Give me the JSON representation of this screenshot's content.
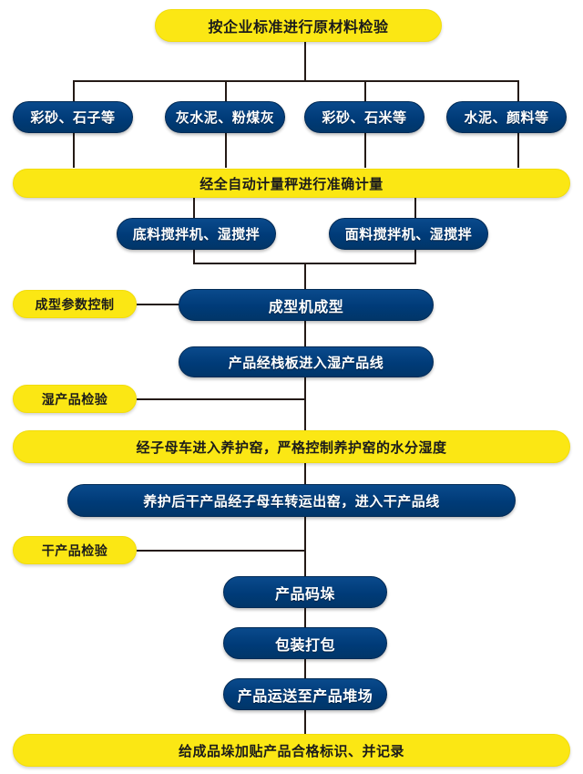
{
  "diagram": {
    "title": "按企业标准进行原材料检验",
    "colors": {
      "yellow": "#fbe714",
      "navy": "#004080",
      "line": "#241a16",
      "text_on_navy": "#ffffff",
      "text_on_yellow": "#1b1b1b",
      "background": "#ffffff"
    },
    "nodes": {
      "raw_material_inspection": "按企业标准进行原材料检验",
      "material_1": "彩砂、石子等",
      "material_2": "灰水泥、粉煤灰",
      "material_3": "彩砂、石米等",
      "material_4": "水泥、颜料等",
      "weighing": "经全自动计量秤进行准确计量",
      "mixer_base": "底料搅拌机、湿搅拌",
      "mixer_face": "面料搅拌机、湿搅拌",
      "forming_params": "成型参数控制",
      "forming_machine": "成型机成型",
      "wet_product_line": "产品经栈板进入湿产品线",
      "wet_product_inspection": "湿产品检验",
      "curing_kiln": "经子母车进入养护窑，严格控制养护窑的水分湿度",
      "dry_product_line": "养护后干产品经子母车转运出窑，进入干产品线",
      "dry_product_inspection": "干产品检验",
      "stacking": "产品码垛",
      "packaging": "包装打包",
      "transport": "产品运送至产品堆场",
      "labeling": "给成品垛加贴产品合格标识、并记录"
    }
  }
}
